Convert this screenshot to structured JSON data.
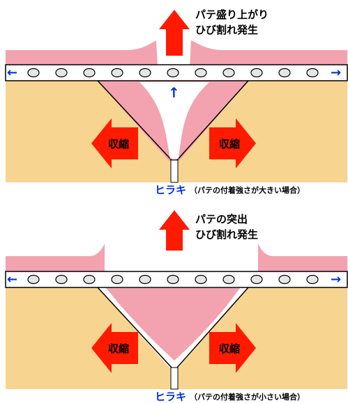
{
  "colors": {
    "background": "#ffffff",
    "putty": "#f3a2b0",
    "wood": "#f7d591",
    "arrow_red": "#ff1a00",
    "arrow_blue": "#0033cc",
    "gap": "#ffffff",
    "tape": "#ffffff",
    "bead": "#e6e6e6",
    "outline": "#000000"
  },
  "panels": [
    {
      "id": "top",
      "caption_line1": "パテ盛り上がり",
      "caption_line2": "ひび割れ発生",
      "shrink_left_label": "収縮",
      "shrink_right_label": "収縮",
      "bottom_keyword": "ヒラキ",
      "bottom_note": "（パテの付着強さが大きい場合）",
      "left_arrow": "←",
      "right_arrow": "→",
      "center_arrow": "↑"
    },
    {
      "id": "bottom",
      "caption_line1": "パテの突出",
      "caption_line2": "ひび割れ発生",
      "shrink_left_label": "収縮",
      "shrink_right_label": "収縮",
      "bottom_keyword": "ヒラキ",
      "bottom_note": "（パテの付着強さが小さい場合）",
      "left_arrow": "←",
      "right_arrow": "→"
    }
  ]
}
